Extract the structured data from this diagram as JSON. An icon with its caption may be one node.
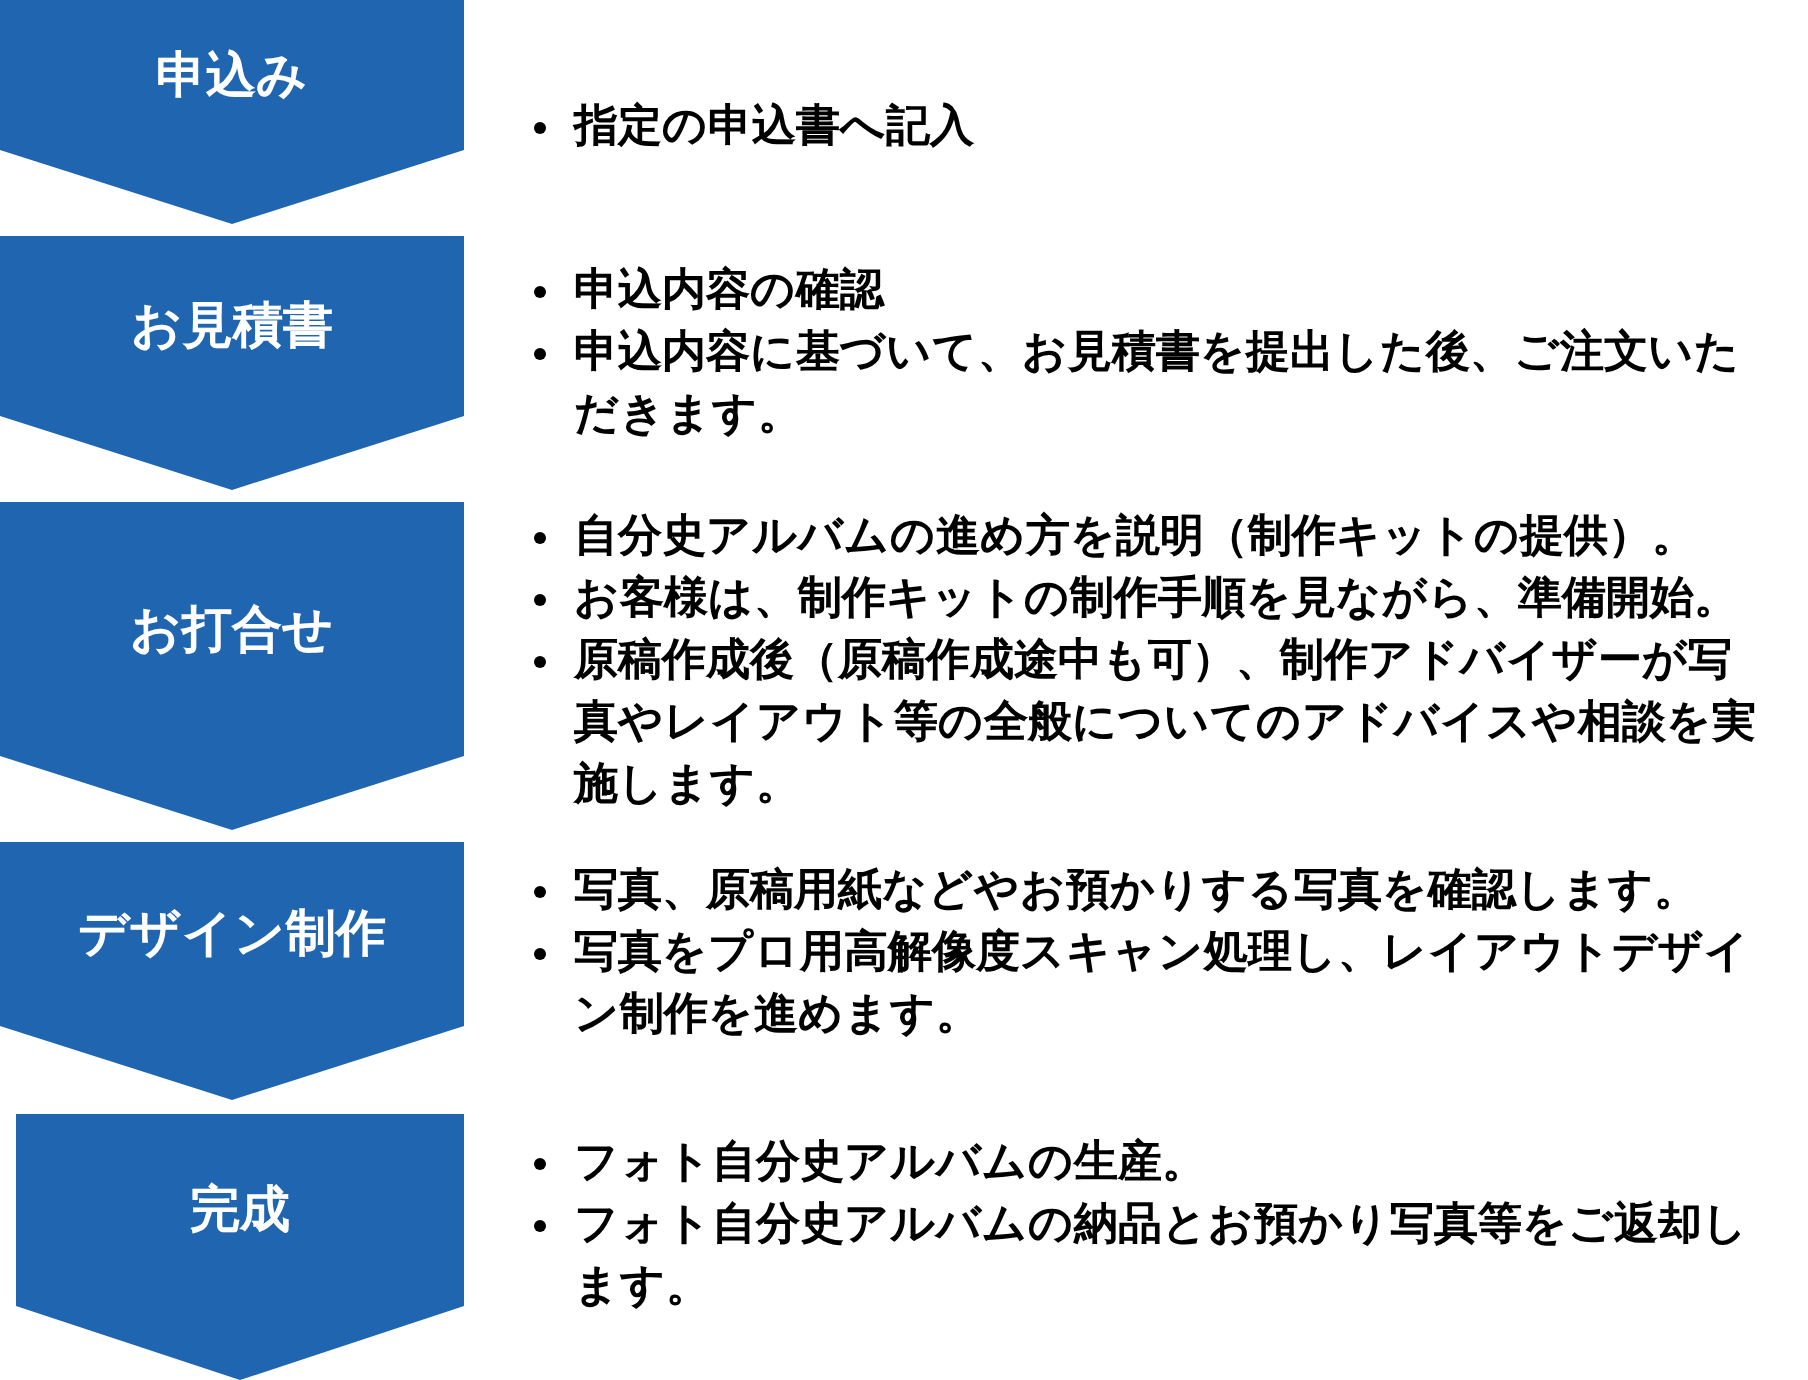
{
  "diagram": {
    "nodes": [
      {
        "text": [
          "申込み"
        ],
        "beside": [
          "指定の申込書へ記入"
        ]
      },
      {
        "text": [
          "お見積書"
        ],
        "beside": [
          "申込内容の確認",
          "申込内容に基づいて、お見積書を提出した後、ご注文いただきます。"
        ]
      },
      {
        "text": [
          "お打合せ"
        ],
        "beside": [
          "自分史アルバムの進め方を説明（制作キットの提供）。",
          "お客様は、制作キットの制作手順を見ながら、準備開始。",
          "原稿作成後（原稿作成途中も可）、制作アドバイザーが写真やレイアウト等の全般についてのアドバイスや相談を実施します。"
        ]
      },
      {
        "text": [
          "デザイン制作"
        ],
        "beside": [
          "写真、原稿用紙などやお預かりする写真を確認します。",
          "写真をプロ用高解像度スキャン処理し、レイアウトデザイン制作を進めます。"
        ]
      },
      {
        "text": [
          "完成"
        ],
        "beside": [
          "フォト自分史アルバムの生産。",
          "フォト自分史アルバムの納品とお預かり写真等をご返却します。"
        ]
      }
    ]
  }
}
